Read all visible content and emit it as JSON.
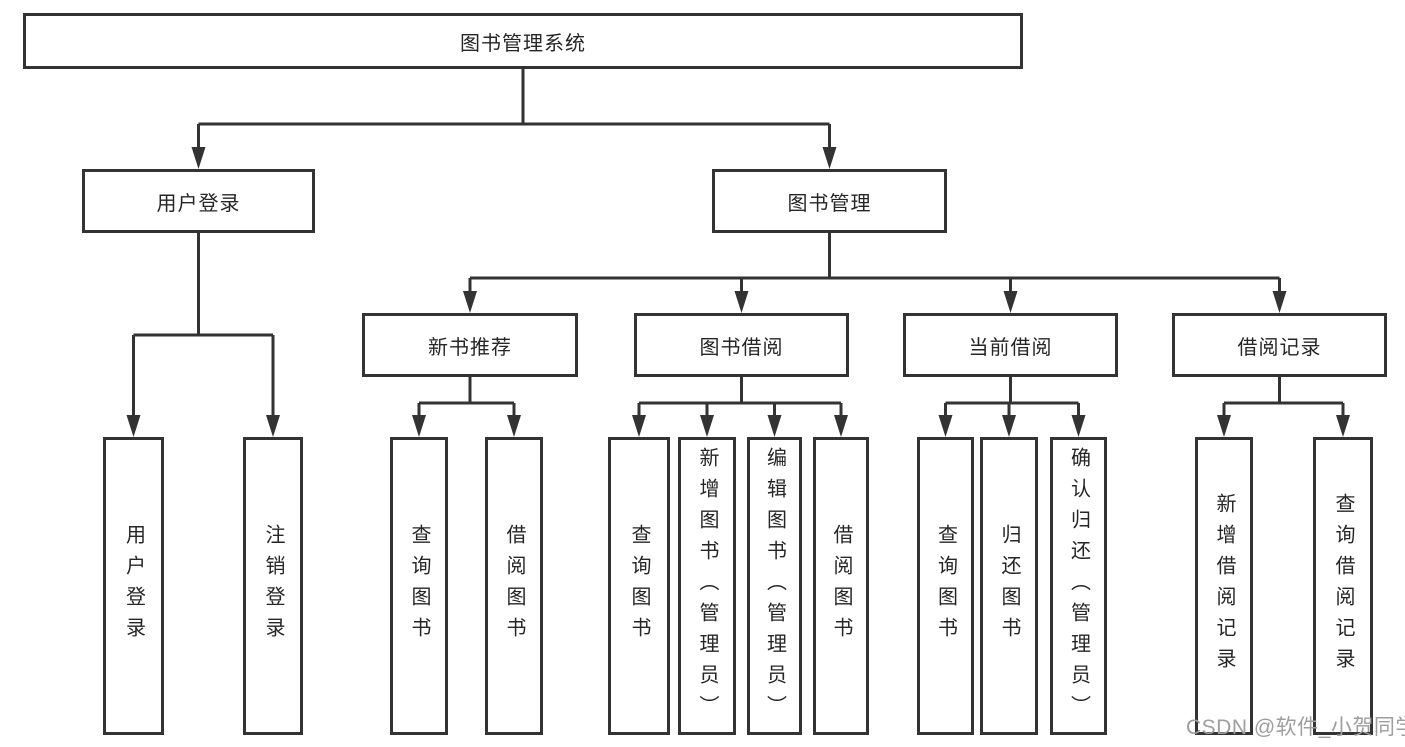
{
  "title": "图书管理系统",
  "level2": {
    "user_login": "用户登录",
    "book_mgmt": "图书管理"
  },
  "level3": {
    "new_book_rec": "新书推荐",
    "book_borrow": "图书借阅",
    "current_borrow": "当前借阅",
    "borrow_record": "借阅记录"
  },
  "leaves": {
    "user_login": [
      "用户登录",
      "注销登录"
    ],
    "new_book_rec": [
      "查询图书",
      "借阅图书"
    ],
    "book_borrow": [
      "查询图书",
      "新增图书（管理员）",
      "编辑图书（管理员）",
      "借阅图书"
    ],
    "current_borrow": [
      "查询图书",
      "归还图书",
      "确认归还（管理员）"
    ],
    "borrow_record": [
      "新增借阅记录",
      "查询借阅记录"
    ]
  },
  "watermark": "CSDN @软件_小贺同学",
  "colors": {
    "line": "#333333",
    "text": "#262626",
    "watermark": "#9e9e9e",
    "background": "#ffffff"
  }
}
